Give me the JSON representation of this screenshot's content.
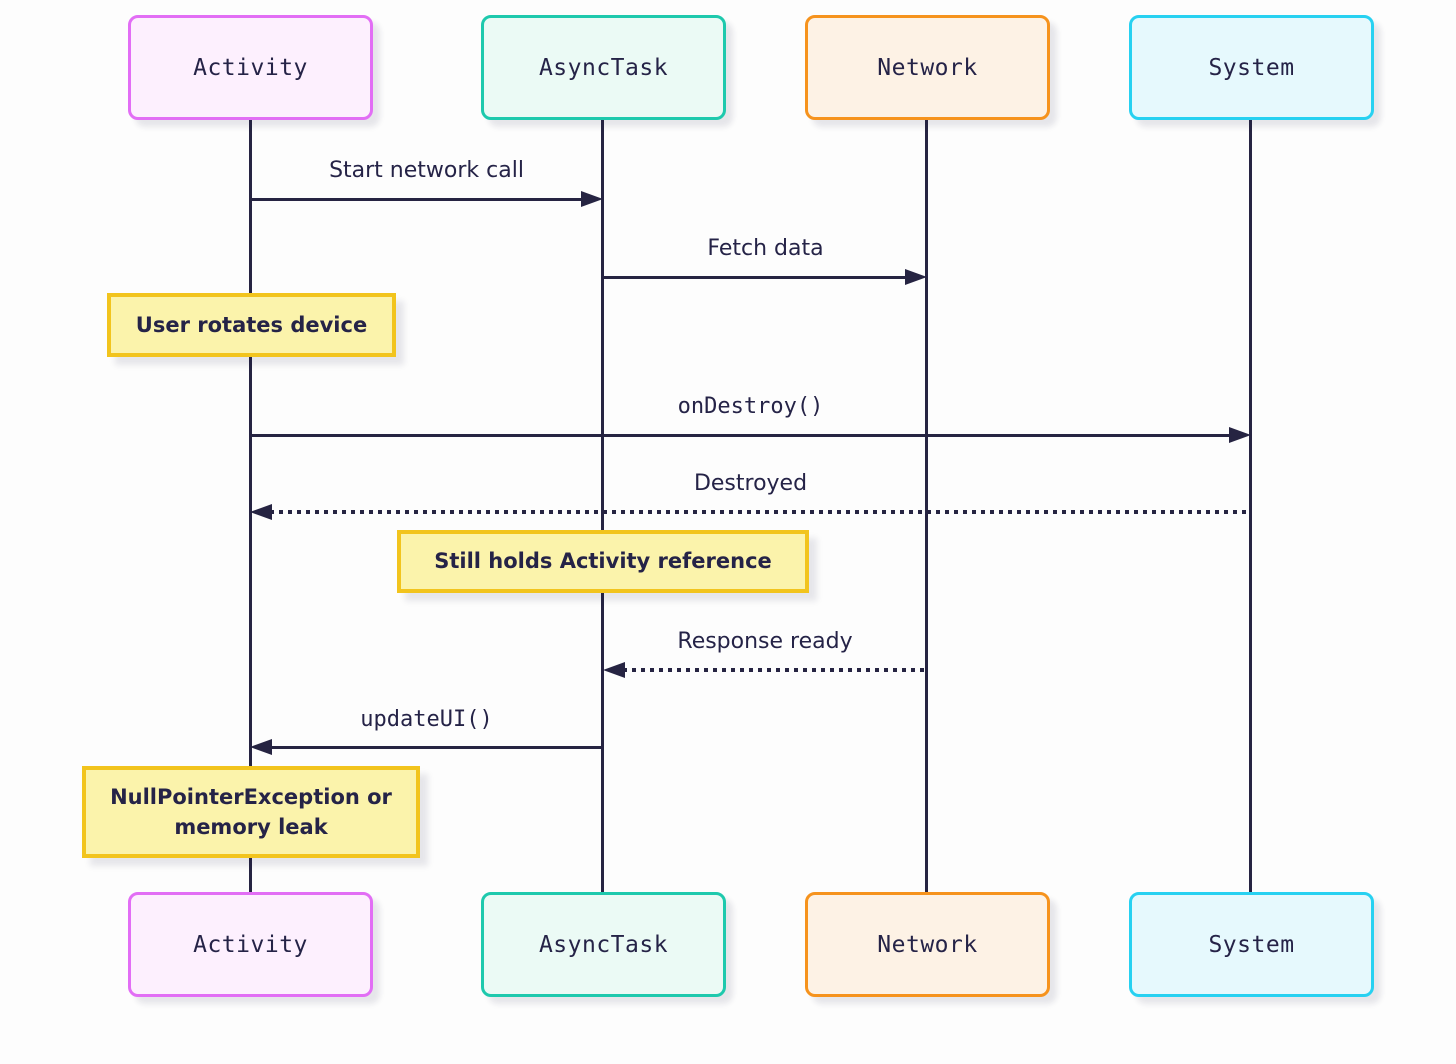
{
  "diagram": {
    "type": "sequence-diagram",
    "topic": "Android AsyncTask memory leak on device rotation",
    "colors": {
      "background": "#fdfdfd",
      "line": "#262442",
      "text": "#252347",
      "note_fill": "#fbf3ab",
      "note_border": "#f2c41d"
    },
    "actors": [
      {
        "name": "Activity",
        "border_color": "#e26ef5",
        "fill_color": "#fdf0fe"
      },
      {
        "name": "AsyncTask",
        "border_color": "#1ec9ad",
        "fill_color": "#ebfaf5"
      },
      {
        "name": "Network",
        "border_color": "#f6931d",
        "fill_color": "#fdf2e5"
      },
      {
        "name": "System",
        "border_color": "#27d1f1",
        "fill_color": "#e6f9fd"
      }
    ],
    "messages": [
      {
        "label": "Start network call",
        "from": "Activity",
        "to": "AsyncTask",
        "line": "solid",
        "direction": "right"
      },
      {
        "label": "Fetch data",
        "from": "AsyncTask",
        "to": "Network",
        "line": "solid",
        "direction": "right"
      },
      {
        "label": "onDestroy()",
        "from": "Activity",
        "to": "System",
        "line": "solid",
        "direction": "right"
      },
      {
        "label": "Destroyed",
        "from": "System",
        "to": "Activity",
        "line": "dotted",
        "direction": "left"
      },
      {
        "label": "Response ready",
        "from": "Network",
        "to": "AsyncTask",
        "line": "dotted",
        "direction": "left"
      },
      {
        "label": "updateUI()",
        "from": "AsyncTask",
        "to": "Activity",
        "line": "solid",
        "direction": "left"
      }
    ],
    "notes": [
      {
        "text": "User rotates device",
        "over": "Activity"
      },
      {
        "text": "Still holds Activity reference",
        "over": "AsyncTask"
      },
      {
        "text": "NullPointerException or memory leak",
        "over": "Activity"
      }
    ]
  }
}
